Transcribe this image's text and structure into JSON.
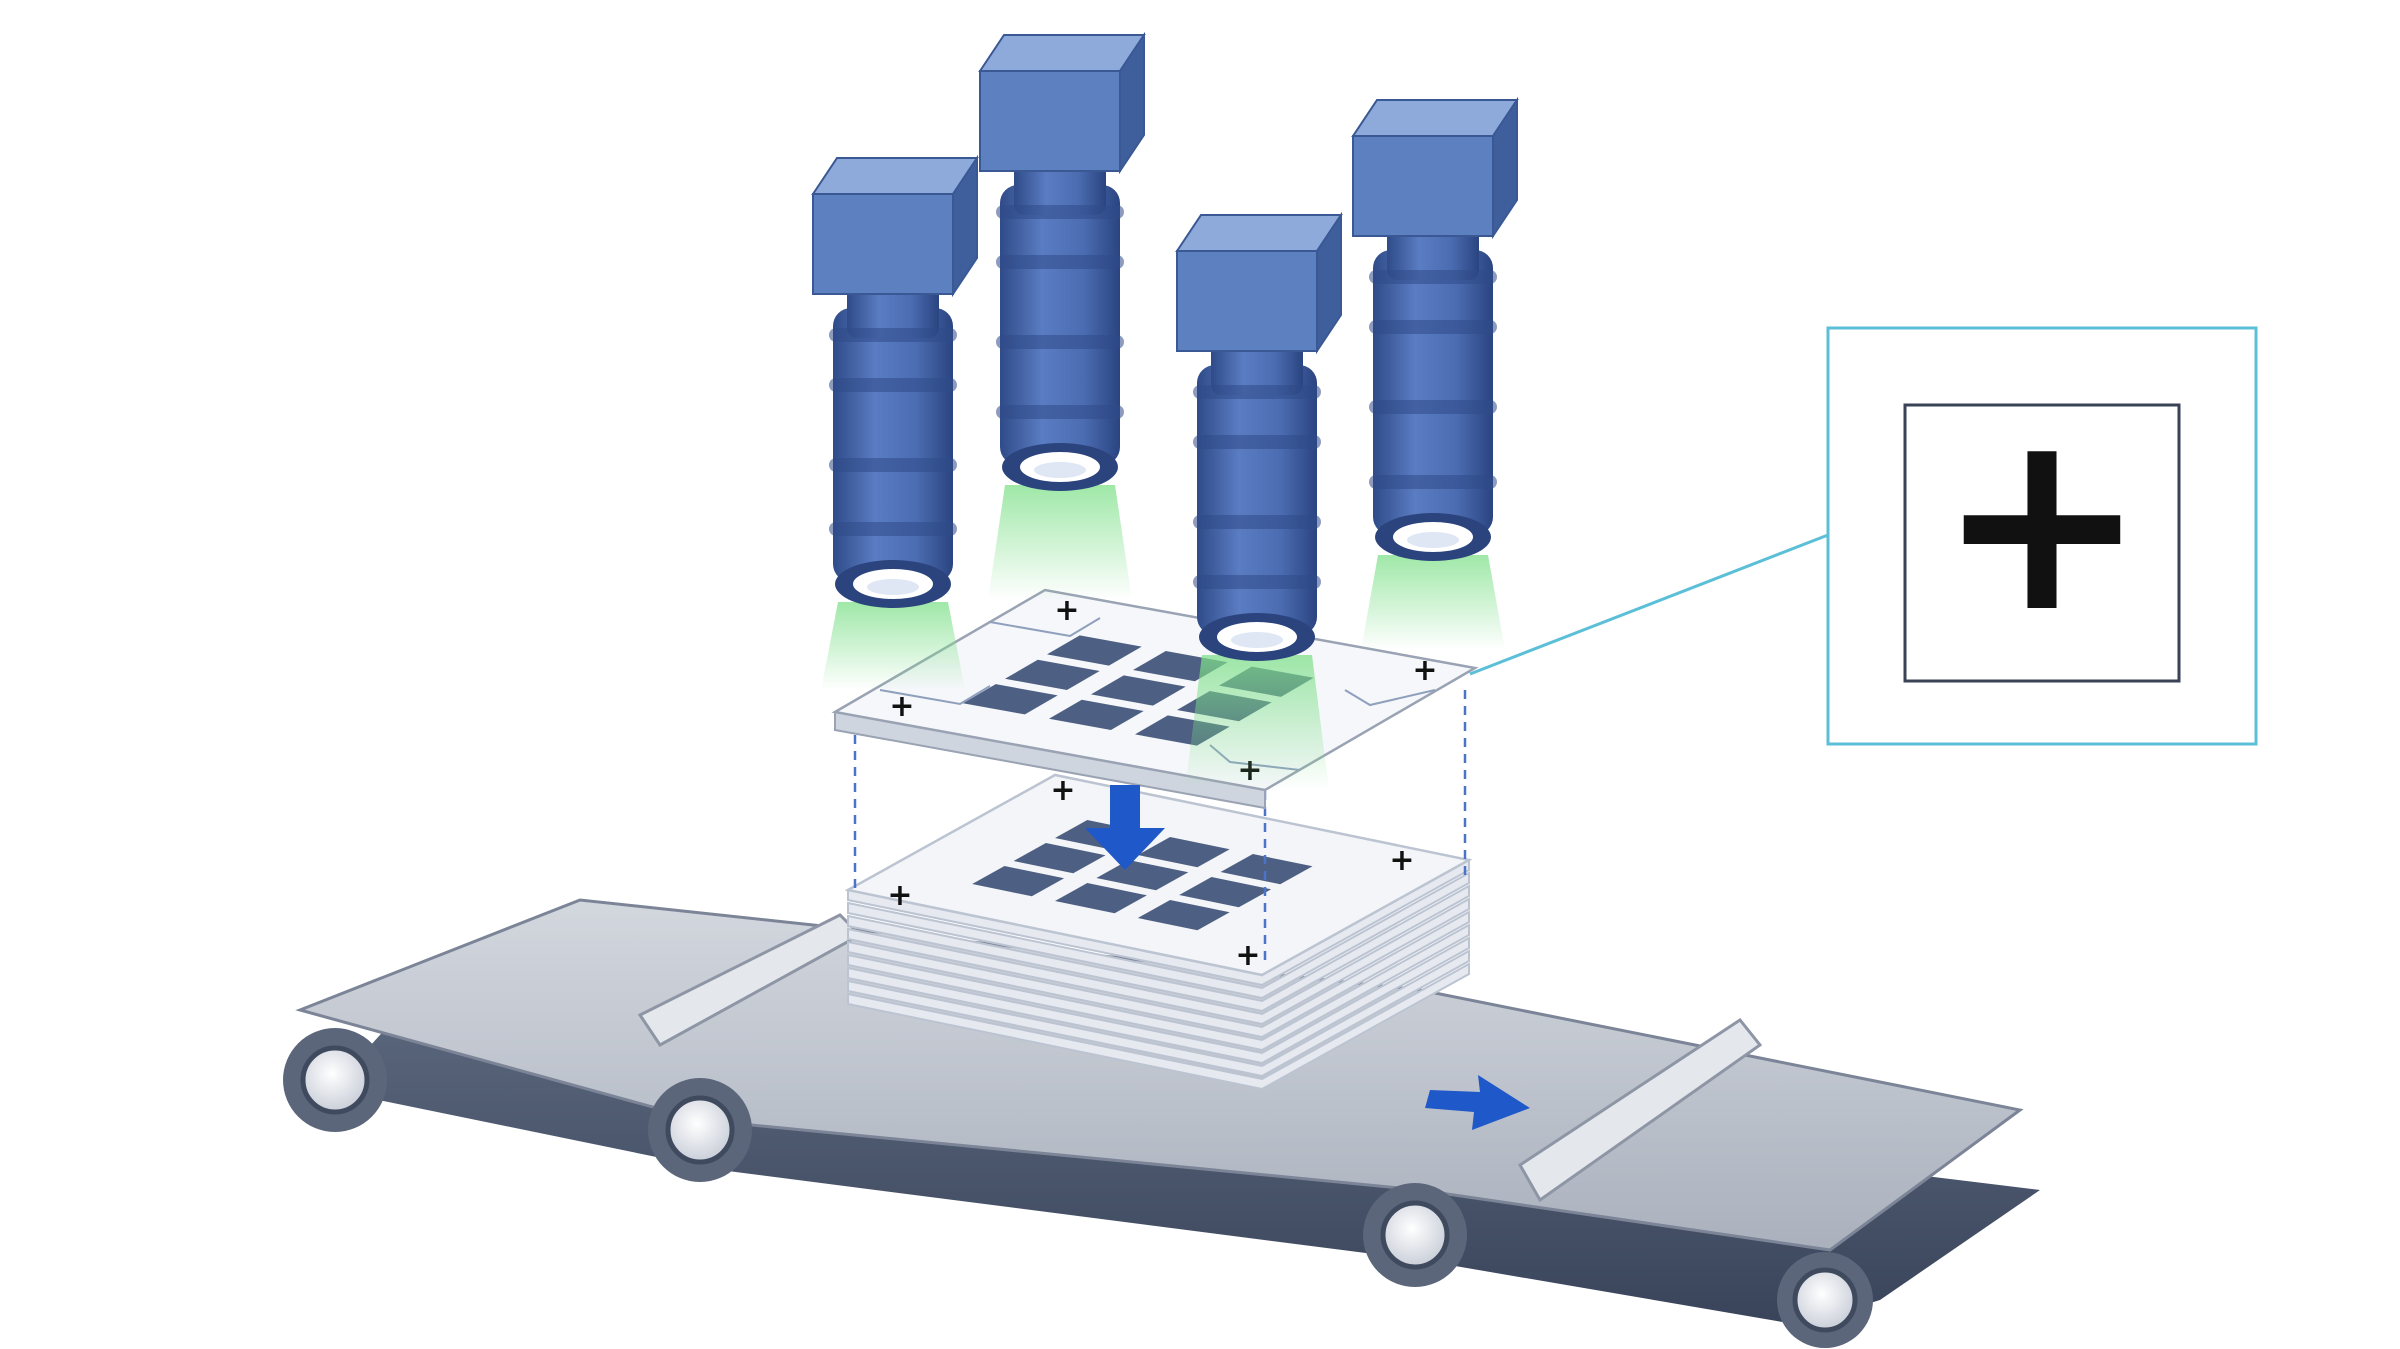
{
  "colors": {
    "background": "#ffffff",
    "camera_body": "#5d80c0",
    "camera_light": "#8eaadb",
    "camera_dark": "#3f5f9c",
    "barrel": "#4b6cb1",
    "barrel_dark": "#2f4b88",
    "beam": "#7fe08a",
    "belt": "#8a93a3",
    "belt_top": "#c5cad3",
    "belt_dark": "#4e5a6e",
    "roller": "#6d778a",
    "pad": "#4d5f82",
    "sheet": "#f3f5f8",
    "sheet_edge": "#bcc4d2",
    "arrow": "#1f58c9",
    "callout": "#5bbfd8",
    "mark": "#111111"
  },
  "diagram": {
    "cameras": [
      {
        "icon": "industrial-camera-icon"
      },
      {
        "icon": "industrial-camera-icon"
      },
      {
        "icon": "industrial-camera-icon"
      },
      {
        "icon": "industrial-camera-icon"
      }
    ],
    "fiducial_symbol": "+",
    "callout_symbol": "+",
    "panel_grid": {
      "rows": 3,
      "cols": 3
    },
    "stack_layers": 8
  }
}
